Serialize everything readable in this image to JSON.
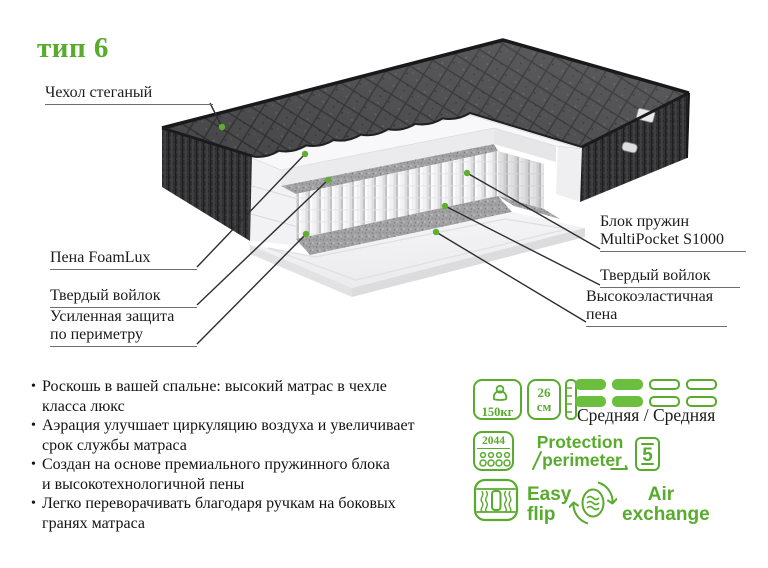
{
  "title": "тип 6",
  "colors": {
    "green": "#58ab2d",
    "bar_fill": "#6cbe3e",
    "label_ink": "#1b1b1b"
  },
  "labels": {
    "cover": "Чехол стеганый",
    "foam": "Пена FoamLux",
    "felt_left": "Твердый войлок",
    "perimeter": "Усиленная защита\nпо периметру",
    "springs": "Блок пружин\nMultiPocket S1000",
    "felt_right": "Твердый войлок",
    "hr_foam": "Высокоэластичная\nпена"
  },
  "bullets": [
    "Роскошь в вашей спальне: высокий матрас в чехле\nкласса люкс",
    "Аэрация улучшает циркуляцию воздуха и увеличивает\nсрок службы матраса",
    "Создан на основе премиального пружинного блока\nи высокотехнологичной пены",
    "Легко переворачивать благодаря ручкам на боковых\nгранях матраса"
  ],
  "features": {
    "max_weight": "150кг",
    "height": "26\nсм",
    "firmness_label": "Средняя / Средняя",
    "firmness_levels": [
      true,
      true,
      false,
      false
    ],
    "springs_count": "2044",
    "protection": {
      "line1": "Protection",
      "line2": "perimeter"
    },
    "warranty": "5",
    "easy_flip": {
      "line1": "Easy",
      "line2": "flip"
    },
    "air_exchange": {
      "line1": "Air",
      "line2": "exchange"
    }
  }
}
